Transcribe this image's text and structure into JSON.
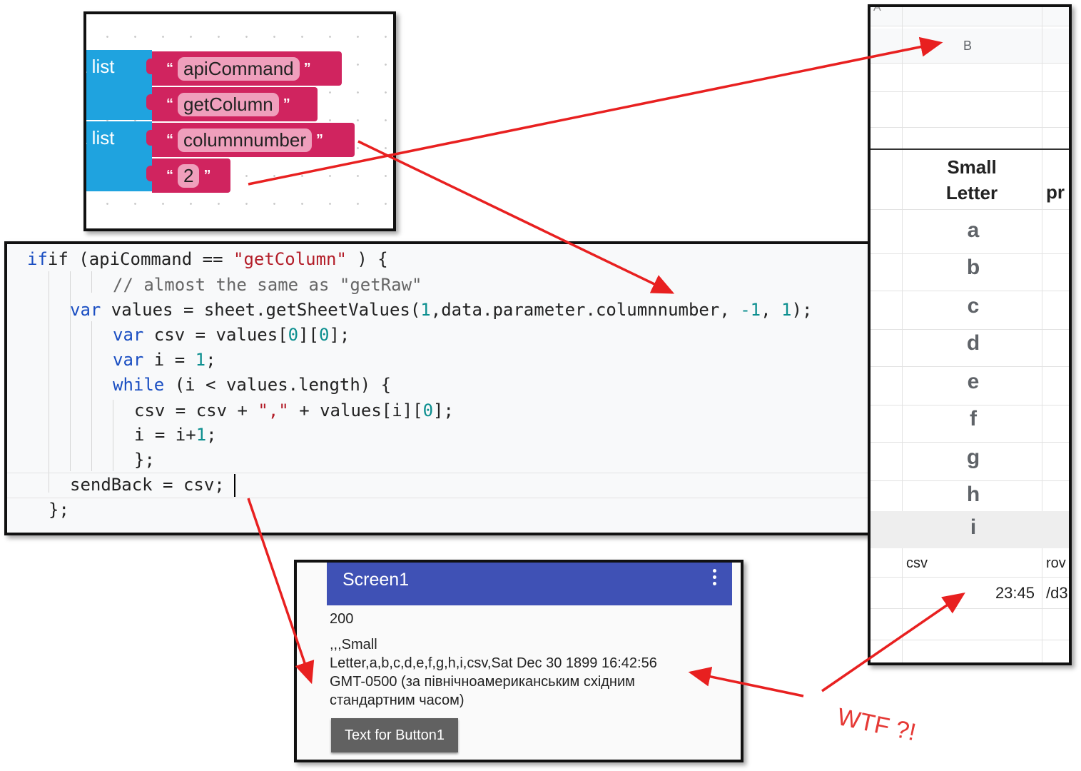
{
  "blocks": {
    "list_label_1": "a list",
    "list_label_2": "a list",
    "quote_open": "“",
    "quote_close": "”",
    "items": [
      "apiCommand",
      "getColumn",
      "columnnumber",
      "2"
    ]
  },
  "code": {
    "line1": {
      "a": "if (apiCommand == ",
      "b": "\"getColumn\"",
      "c": " ) {"
    },
    "line2": "// almost the same as \"getRaw\"",
    "line3": {
      "kw": "var",
      "a": " values = sheet.getSheetValues(",
      "n1": "1",
      "b": ",data.parameter.columnnumber, ",
      "n2": "-1",
      "c": ", ",
      "n3": "1",
      "d": ");"
    },
    "line4": {
      "kw": "var",
      "a": " csv = values[",
      "n1": "0",
      "b": "][",
      "n2": "0",
      "c": "];"
    },
    "line5": {
      "kw": "var",
      "a": " i = ",
      "n1": "1",
      "b": ";"
    },
    "line6": {
      "kw": "while",
      "a": " (i < values.length) {"
    },
    "line7": {
      "a": "csv = csv + ",
      "s": "\",\"",
      "b": " + values[i][",
      "n1": "0",
      "c": "];"
    },
    "line8": {
      "a": "i = i+",
      "n1": "1",
      "b": ";"
    },
    "line9": "};",
    "line10": "sendBack = csv;",
    "line11": "};"
  },
  "sheet": {
    "col_header_a": "A",
    "col_header_b": "B",
    "header_cell_line1": "Small",
    "header_cell_line2": "Letter",
    "next_header_partial": "pr",
    "letters": [
      "a",
      "b",
      "c",
      "d",
      "e",
      "f",
      "g",
      "h",
      "i"
    ],
    "csv_label": "csv",
    "row_label_partial": "rov",
    "time_value": "23:45",
    "partial_value": "/d3"
  },
  "phone": {
    "title": "Screen1",
    "status_code": "200",
    "response_line1": ",,,Small",
    "response_line2": "Letter,a,b,c,d,e,f,g,h,i,csv,Sat Dec 30 1899 16:42:56",
    "response_line3": "GMT-0500 (за північноамериканським східним",
    "response_line4": "стандартним часом)",
    "button_label": "Text for Button1"
  },
  "annotation": {
    "text": "WTF ?!",
    "color": "#e53935"
  }
}
